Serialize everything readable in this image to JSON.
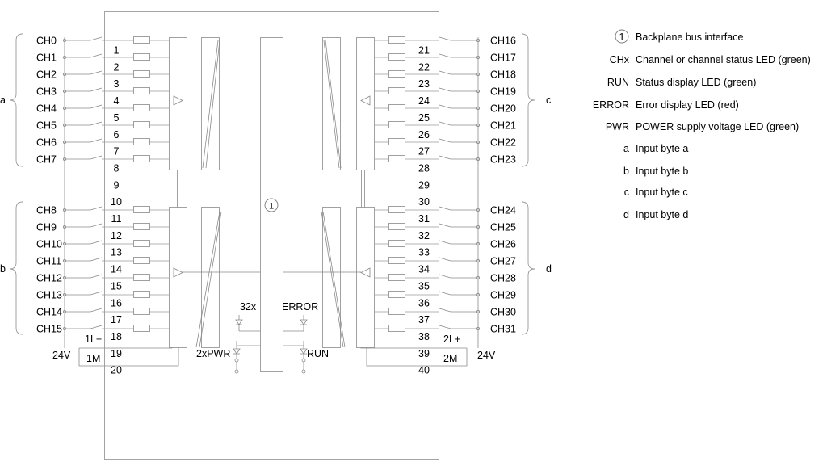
{
  "left_channels": [
    "CH0",
    "CH1",
    "CH2",
    "CH3",
    "CH4",
    "CH5",
    "CH6",
    "CH7",
    "CH8",
    "CH9",
    "CH10",
    "CH11",
    "CH12",
    "CH13",
    "CH14",
    "CH15"
  ],
  "right_channels": [
    "CH16",
    "CH17",
    "CH18",
    "CH19",
    "CH20",
    "CH21",
    "CH22",
    "CH23",
    "CH24",
    "CH25",
    "CH26",
    "CH27",
    "CH28",
    "CH29",
    "CH30",
    "CH31"
  ],
  "left_pins": [
    "1",
    "2",
    "3",
    "4",
    "5",
    "6",
    "7",
    "8",
    "9",
    "10",
    "11",
    "12",
    "13",
    "14",
    "15",
    "16",
    "17",
    "18",
    "19",
    "20"
  ],
  "right_pins": [
    "21",
    "22",
    "23",
    "24",
    "25",
    "26",
    "27",
    "28",
    "29",
    "30",
    "31",
    "32",
    "33",
    "34",
    "35",
    "36",
    "37",
    "38",
    "39",
    "40"
  ],
  "group_labels": {
    "a": "a",
    "b": "b",
    "c": "c",
    "d": "d"
  },
  "power": {
    "left_plus": "1L+",
    "left_minus": "1M",
    "left_voltage": "24V",
    "right_plus": "2L+",
    "right_minus": "2M",
    "right_voltage": "24V"
  },
  "leds": {
    "count": "32x",
    "error": "ERROR",
    "pwr": "2xPWR",
    "run": "RUN"
  },
  "bus_marker": "1",
  "legend": [
    {
      "key": "1",
      "circled": true,
      "text": "Backplane bus interface"
    },
    {
      "key": "CHx",
      "text": "Channel or channel status LED (green)"
    },
    {
      "key": "RUN",
      "text": "Status display LED (green)"
    },
    {
      "key": "ERROR",
      "text": "Error display LED (red)"
    },
    {
      "key": "PWR",
      "text": "POWER supply voltage LED (green)"
    },
    {
      "key": "a",
      "text": "Input byte a"
    },
    {
      "key": "b",
      "text": "Input byte b"
    },
    {
      "key": "c",
      "text": "Input byte c"
    },
    {
      "key": "d",
      "text": "Input byte d"
    }
  ]
}
